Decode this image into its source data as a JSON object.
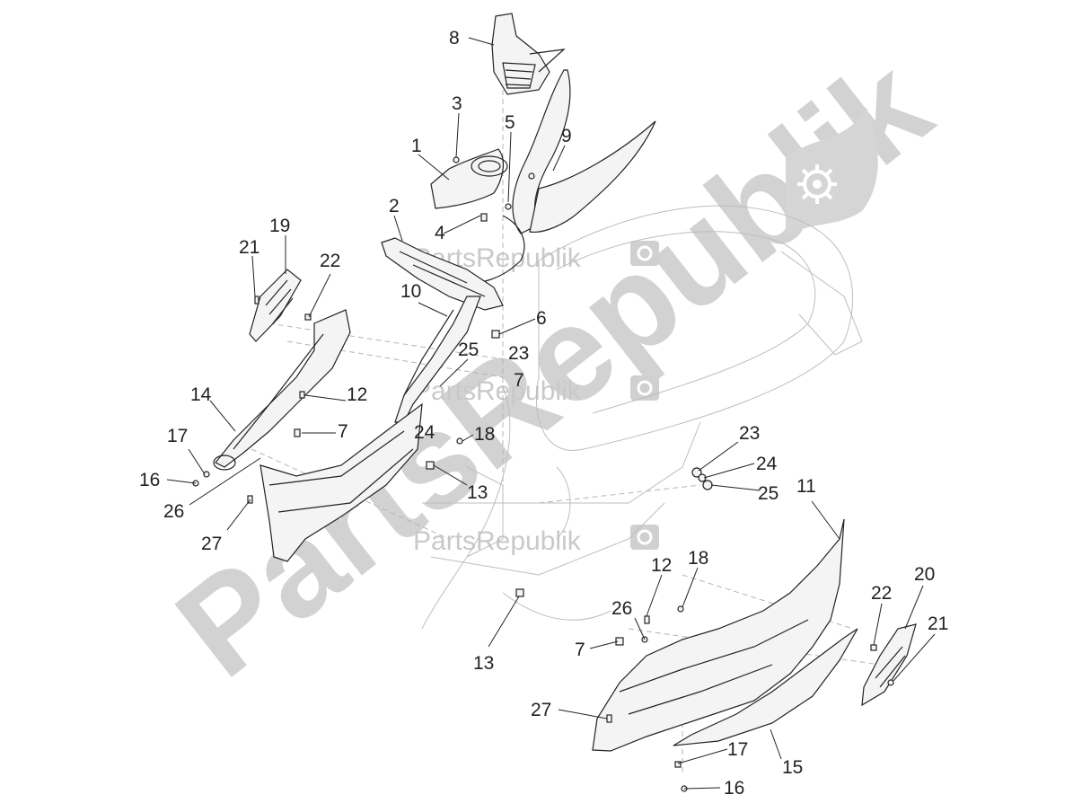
{
  "watermark": {
    "big_text": "PartsRepublik",
    "small_text": "PartsRepublik",
    "logo_icon": "gear-icon",
    "color": "#cccccc"
  },
  "callouts": [
    "1",
    "2",
    "3",
    "4",
    "5",
    "6",
    "7",
    "8",
    "9",
    "10",
    "11",
    "12",
    "13",
    "14",
    "15",
    "16",
    "17",
    "18",
    "19",
    "20",
    "21",
    "22",
    "23",
    "24",
    "25",
    "26",
    "27"
  ],
  "labels": [
    {
      "text": "8"
    },
    {
      "text": "3"
    },
    {
      "text": "5"
    },
    {
      "text": "9"
    },
    {
      "text": "1"
    },
    {
      "text": "2"
    },
    {
      "text": "4"
    },
    {
      "text": "19"
    },
    {
      "text": "21"
    },
    {
      "text": "22"
    },
    {
      "text": "10"
    },
    {
      "text": "6"
    },
    {
      "text": "23"
    },
    {
      "text": "25"
    },
    {
      "text": "7"
    },
    {
      "text": "14"
    },
    {
      "text": "12"
    },
    {
      "text": "7"
    },
    {
      "text": "17"
    },
    {
      "text": "24"
    },
    {
      "text": "18"
    },
    {
      "text": "16"
    },
    {
      "text": "26"
    },
    {
      "text": "13"
    },
    {
      "text": "27"
    },
    {
      "text": "23"
    },
    {
      "text": "24"
    },
    {
      "text": "25"
    },
    {
      "text": "11"
    },
    {
      "text": "12"
    },
    {
      "text": "18"
    },
    {
      "text": "20"
    },
    {
      "text": "22"
    },
    {
      "text": "21"
    },
    {
      "text": "13"
    },
    {
      "text": "26"
    },
    {
      "text": "7"
    },
    {
      "text": "27"
    },
    {
      "text": "17"
    },
    {
      "text": "15"
    },
    {
      "text": "16"
    }
  ]
}
